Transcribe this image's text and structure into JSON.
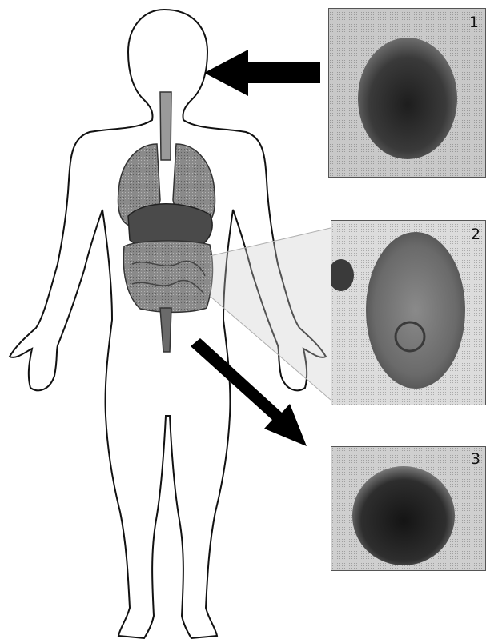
{
  "panels": [
    {
      "number": "1"
    },
    {
      "number": "2"
    },
    {
      "number": "3"
    }
  ],
  "colors": {
    "organ_fill": "#7c7c7c",
    "organ_dark": "#4a4a4a",
    "outline": "#111111",
    "arrow": "#000000"
  }
}
